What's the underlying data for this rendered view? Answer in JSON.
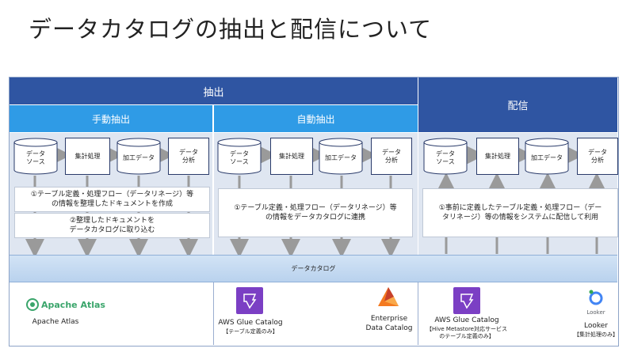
{
  "title": "データカタログの抽出と配信について",
  "sections": {
    "extract": "抽出",
    "manual": "手動抽出",
    "auto": "自動抽出",
    "delivery": "配信"
  },
  "flow": {
    "source": "データ\nソース",
    "aggregate": "集計処理",
    "processed": "加工データ",
    "analysis": "データ\n分析"
  },
  "notes": {
    "manual_1": "①テーブル定義・処理フロー（データリネージ）等\nの情報を整理したドキュメントを作成",
    "manual_2": "②整理したドキュメントを\nデータカタログに取り込む",
    "auto_1": "①テーブル定義・処理フロー（データリネージ）等\nの情報をデータカタログに連携",
    "delivery_1": "①事前に定義したテーブル定義・処理フロー（デー\nタリネージ）等の情報をシステムに配信して利用"
  },
  "catalog_label": "データカタログ",
  "tools": {
    "atlas_logo": "Apache Atlas",
    "atlas": "Apache Atlas",
    "glue1": "AWS Glue Catalog",
    "glue1_note": "【テーブル定義のみ】",
    "informatica": "Enterprise\nData Catalog",
    "glue2": "AWS Glue Catalog",
    "glue2_note1": "【Hive Metastore対応サービス",
    "glue2_note2": "のテーブル定義のみ】",
    "looker_logo": "Looker",
    "looker": "Looker",
    "looker_note": "【集計処理のみ】"
  },
  "colors": {
    "header_dark": "#2f55a2",
    "header_light": "#2f9be6",
    "panel": "#dfe6f1",
    "catalog": "#c5dbf2",
    "arrow": "#9a9a9a"
  }
}
